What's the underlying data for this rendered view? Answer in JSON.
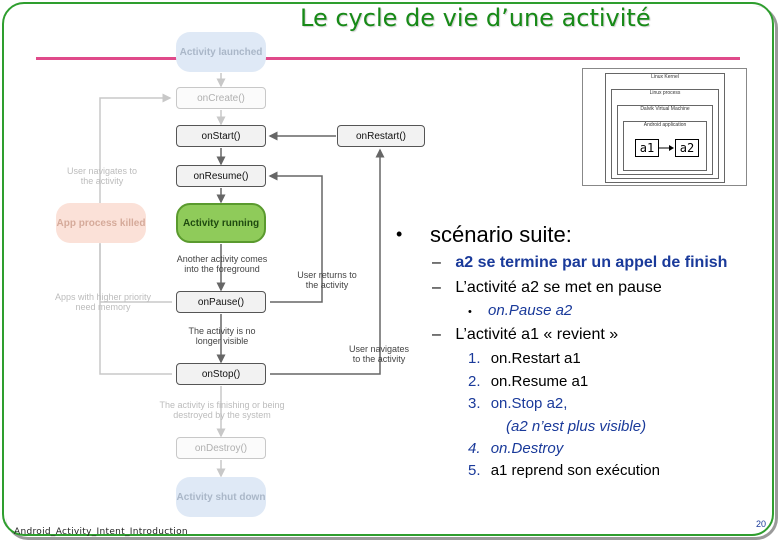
{
  "slide": {
    "title": "Le cycle de vie d’une activité",
    "footer": "Android_Activity_Intent_Introduction",
    "page_number": "20"
  },
  "lifecycle": {
    "launched": "Activity launched",
    "on_create": "onCreate()",
    "on_start": "onStart()",
    "on_restart": "onRestart()",
    "on_resume": "onResume()",
    "running": "Activity running",
    "killed": "App process killed",
    "on_pause": "onPause()",
    "on_stop": "onStop()",
    "on_destroy": "onDestroy()",
    "shut_down": "Activity shut down",
    "note_navigates_to": "User navigates to the activity",
    "note_another_activity": "Another activity comes into the foreground",
    "note_user_returns": "User returns to the activity",
    "note_higher_priority": "Apps with higher priority need memory",
    "note_no_longer_visible": "The activity is no longer visible",
    "note_navigates_to_2": "User navigates to the activity",
    "note_finishing": "The activity is finishing or being destroyed by the system"
  },
  "mini_diagram": {
    "layer1": "Linux Kernel",
    "layer2": "Linux process",
    "layer3": "Dalvik Virtual Machine",
    "layer4": "Android application",
    "act1": "a1",
    "act2": "a2"
  },
  "content": {
    "heading": "scénario suite:",
    "bullets": [
      {
        "dash": "–",
        "text": "a2 se termine par un appel de finish"
      },
      {
        "dash": "–",
        "text": "L’activité a2 se met en pause"
      },
      {
        "dot": "•",
        "text": "on.Pause a2"
      },
      {
        "dash": "–",
        "text": "L’activité a1 « revient »"
      }
    ],
    "steps": [
      {
        "num": "1.",
        "text": "on.Restart a1"
      },
      {
        "num": "2.",
        "text": "on.Resume a1"
      },
      {
        "num": "3.",
        "text": "on.Stop a2,"
      },
      {
        "num": "",
        "text": "(a2 n’est plus visible)"
      },
      {
        "num": "4.",
        "text": "on.Destroy"
      },
      {
        "num": "5.",
        "text": "a1 reprend son exécution"
      }
    ]
  }
}
